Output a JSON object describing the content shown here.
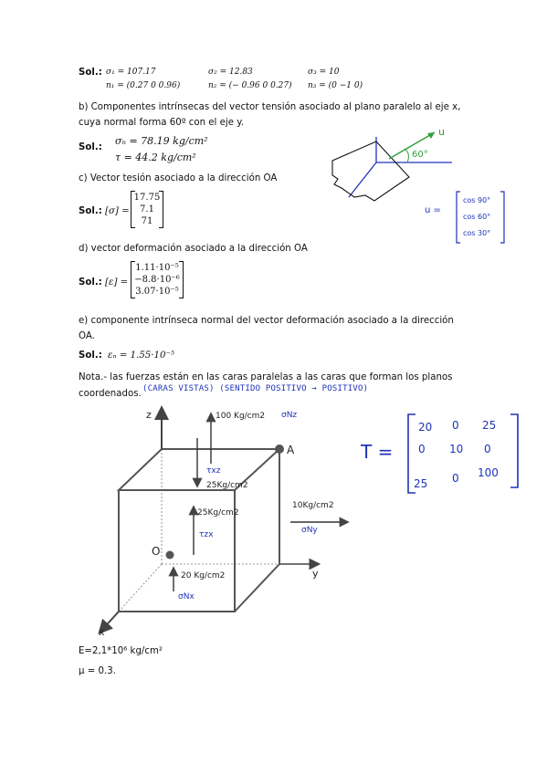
{
  "sol_label": "Sol.:",
  "principal": {
    "s1": "σ₁ = 107.17",
    "n1": "n₁ = (0.27  0  0.96)",
    "s2": "σ₂ = 12.83",
    "n2": "n₂ = (− 0.96  0  0.27)",
    "s3": "σ₃ = 10",
    "n3": "n₃ = (0  −1  0)"
  },
  "part_b": {
    "text1": "b)  Componentes intrínsecas del vector tensión asociado al plano paralelo al eje x,",
    "text2": "cuya normal forma 60º con el eje y.",
    "sigma_n": "σₙ = 78.19 kg/cm²",
    "tau": "τ = 44.2 kg/cm²"
  },
  "part_c": {
    "text": "c)  Vector tesión asociado a la dirección OA",
    "symbol": "[σ] =",
    "values": [
      "17.75",
      "7.1",
      "71"
    ]
  },
  "part_d": {
    "text": "d)  vector deformación asociado a la dirección OA",
    "symbol": "[ε] =",
    "values": [
      "1.11·10⁻⁵",
      "−8.8·10⁻⁶",
      "3.07·10⁻⁵"
    ]
  },
  "part_e": {
    "text1": "e)   componente intrínseca normal del vector deformación asociado a la dirección",
    "text2": "OA.",
    "answer": "εₙ = 1.55·10⁻⁵"
  },
  "nota": {
    "text1": "Nota.-  las fuerzas están en las caras paralelas a las caras que forman los planos",
    "text2": "coordenados.",
    "handwritten": "(CARAS VISTAS) (SENTIDO POSITIVO → POSITIVO)"
  },
  "sketch": {
    "angle": "60°",
    "vector_label": "u",
    "u_symbol": "u =",
    "u_values": [
      "cos 90°",
      "cos 60°",
      "cos 30°"
    ]
  },
  "tensor": {
    "label": "T =",
    "rows": [
      [
        "20",
        "0",
        "25"
      ],
      [
        "0",
        "10",
        "0"
      ],
      [
        "25",
        "0",
        "100"
      ]
    ]
  },
  "figure": {
    "z": "z",
    "y": "y",
    "x": "x",
    "origin": "O",
    "point_a": "A",
    "load_top": "100 Kg/cm2",
    "hand_top": "σNz",
    "load_zx_top": "25Kg/cm2",
    "hand_zx_top": "τxz",
    "load_front": "25Kg/cm2",
    "hand_front": "τzx",
    "load_y": "10Kg/cm2",
    "hand_y": "σNy",
    "load_x": "20 Kg/cm2",
    "hand_x": "σNx"
  },
  "constants": {
    "E": "E=2,1*10⁶ kg/cm²",
    "mu": "μ = 0.3."
  }
}
